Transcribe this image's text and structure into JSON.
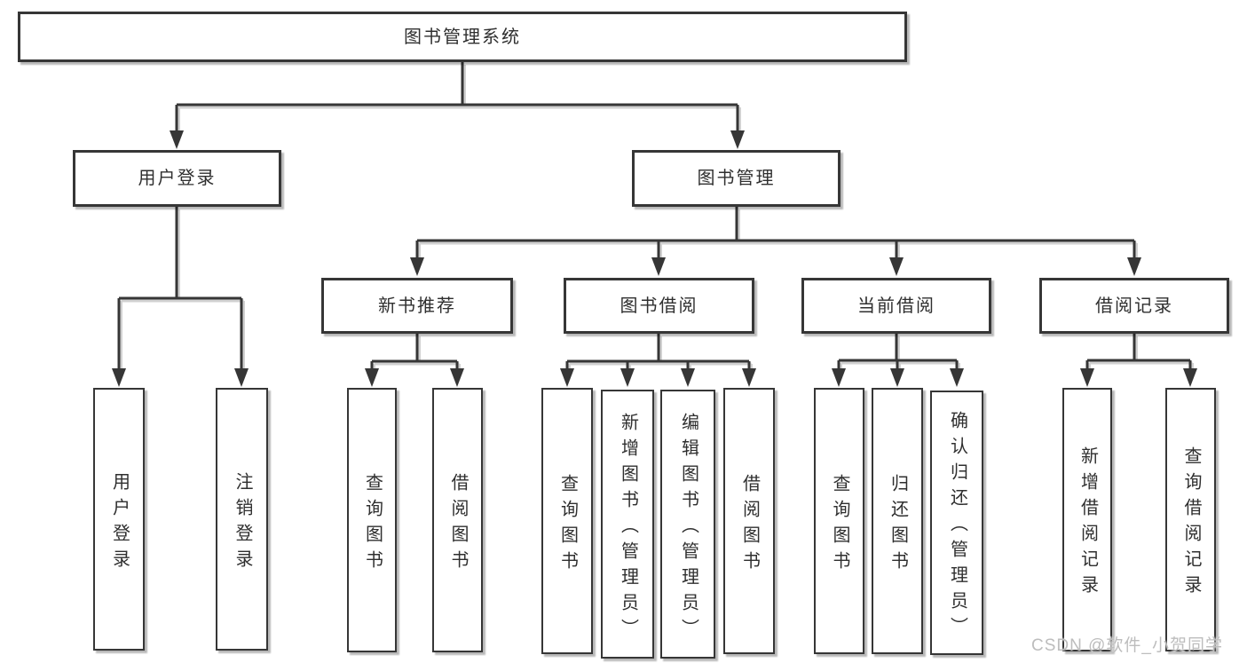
{
  "colors": {
    "background": "#ffffff",
    "line": "#363636",
    "box_border": "#363636",
    "text": "#2f2f2f",
    "watermark_text": "#bdbdbd"
  },
  "diagram": {
    "tree": {
      "root_label": "图书管理系统",
      "branches": [
        {
          "label": "用户登录",
          "leaves": [
            {
              "label": "用户登录"
            },
            {
              "label": "注销登录"
            }
          ]
        },
        {
          "label": "图书管理",
          "groups": [
            {
              "label": "新书推荐",
              "leaves": [
                {
                  "label": "查询图书"
                },
                {
                  "label": "借阅图书"
                }
              ]
            },
            {
              "label": "图书借阅",
              "leaves": [
                {
                  "label": "查询图书"
                },
                {
                  "label": "新增图书（管理员）"
                },
                {
                  "label": "编辑图书（管理员）"
                },
                {
                  "label": "借阅图书"
                }
              ]
            },
            {
              "label": "当前借阅",
              "leaves": [
                {
                  "label": "查询图书"
                },
                {
                  "label": "归还图书"
                },
                {
                  "label": "确认归还（管理员）"
                }
              ]
            },
            {
              "label": "借阅记录",
              "leaves": [
                {
                  "label": "新增借阅记录"
                },
                {
                  "label": "查询借阅记录"
                }
              ]
            }
          ]
        }
      ]
    }
  },
  "watermark": {
    "text": "CSDN @软件_小贺同学"
  }
}
